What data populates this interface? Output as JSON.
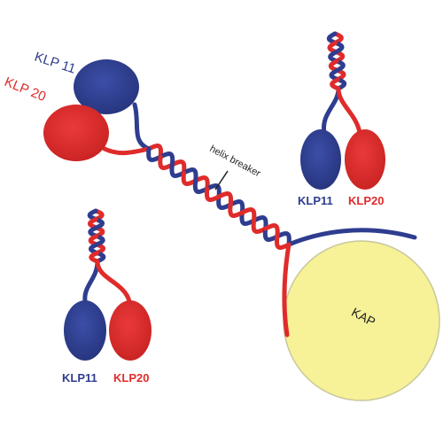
{
  "diagram": {
    "labels": {
      "klp11_main": "KLP 11",
      "klp20_main": "KLP 20",
      "helix_breaker": "helix breaker",
      "kap": "KAP",
      "klp11_top_right": "KLP11",
      "klp20_top_right": "KLP20",
      "klp11_bottom_left": "KLP11",
      "klp20_bottom_left": "KLP20"
    },
    "colors": {
      "klp11": "#2e3d8f",
      "klp20": "#e02b2b",
      "kap_fill": "#f7f197",
      "kap_stroke": "#bdbd8f",
      "text_dark": "#222222"
    }
  }
}
